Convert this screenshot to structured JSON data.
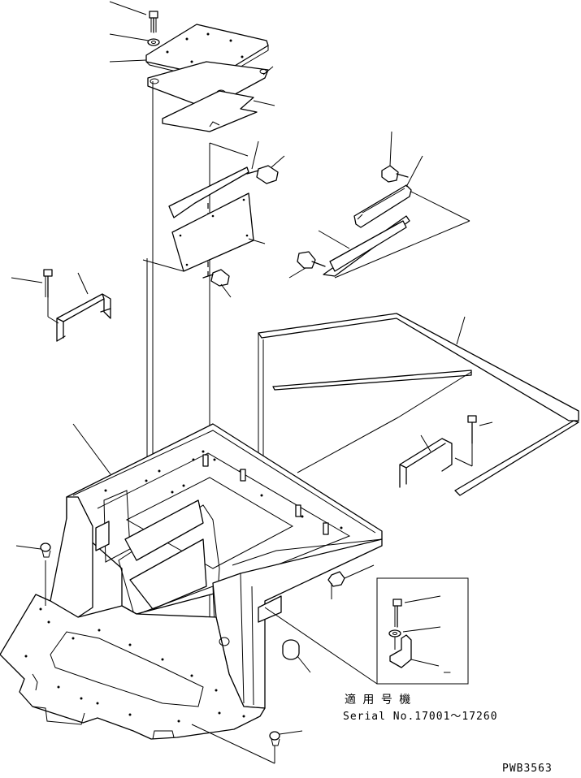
{
  "applicability": {
    "label_jp": "適 用 号 機",
    "serial": "Serial No.17001～17260"
  },
  "drawing_id": "PWB3563",
  "detail_box": {
    "dash_mark": "—"
  },
  "colors": {
    "ink": "#000000",
    "paper": "#ffffff"
  }
}
